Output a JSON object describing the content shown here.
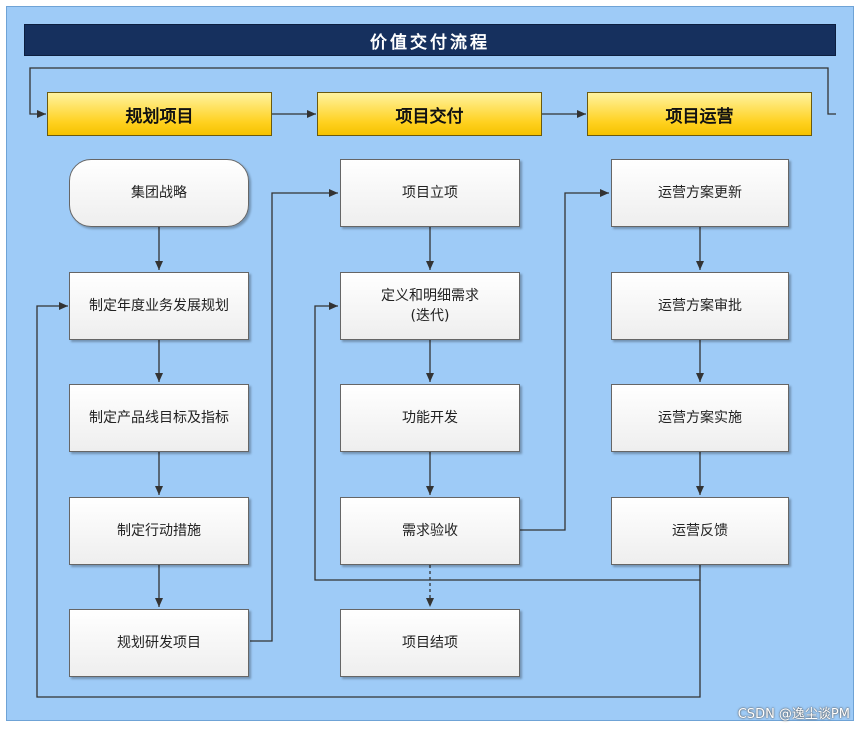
{
  "title": "价值交付流程",
  "phases": [
    {
      "label": "规划项目"
    },
    {
      "label": "项目交付"
    },
    {
      "label": "项目运营"
    }
  ],
  "columns": {
    "planning": [
      "集团战略",
      "制定年度业务发展规划",
      "制定产品线目标及指标",
      "制定行动措施",
      "规划研发项目"
    ],
    "delivery": [
      "项目立项",
      "定义和明细需求\n(迭代)",
      "功能开发",
      "需求验收",
      "项目结项"
    ],
    "operation": [
      "运营方案更新",
      "运营方案审批",
      "运营方案实施",
      "运营反馈"
    ]
  },
  "watermark": "CSDN @逸尘谈PM",
  "colors": {
    "background": "#9ecbf7",
    "title_bar": "#16305e",
    "phase_fill": "#ffd11f",
    "line": "#333333"
  }
}
